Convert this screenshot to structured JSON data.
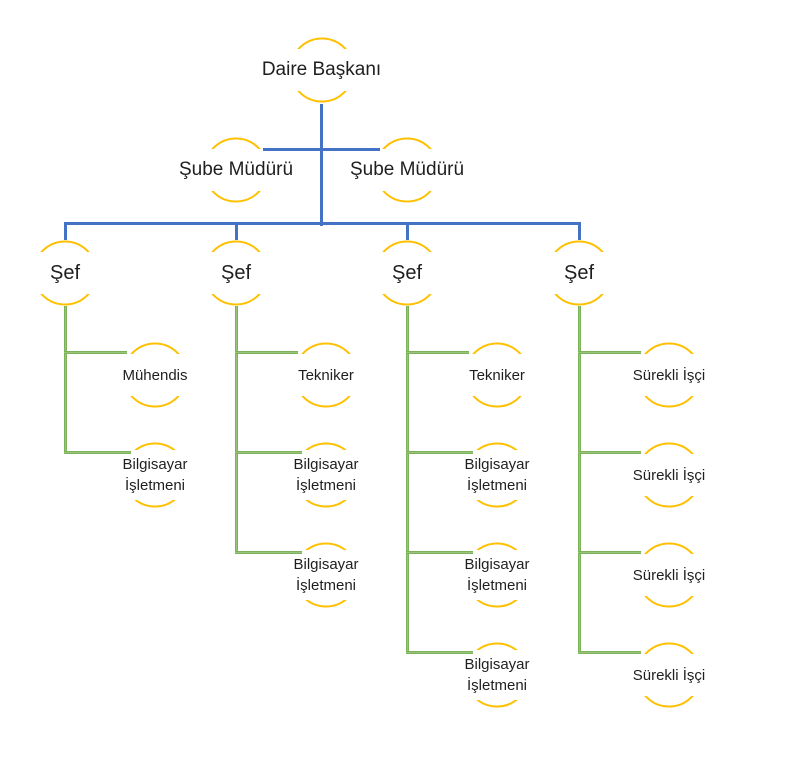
{
  "colors": {
    "node_arc": "#FFC000",
    "connector_primary": "#4472C4",
    "connector_secondary": "#70AD47",
    "text": "#1f1f1f",
    "background": "#FFFFFF"
  },
  "org_chart": {
    "type": "org-chart",
    "root": {
      "id": "daire-baskani",
      "label": "Daire Başkanı",
      "lines": [
        "Daire Başkanı"
      ]
    },
    "managers": [
      {
        "id": "sube-muduru-1",
        "label": "Şube Müdürü",
        "lines": [
          "Şube Müdürü"
        ]
      },
      {
        "id": "sube-muduru-2",
        "label": "Şube Müdürü",
        "lines": [
          "Şube Müdürü"
        ]
      }
    ],
    "chiefs": [
      {
        "id": "sef-1",
        "label": "Şef",
        "lines": [
          "Şef"
        ],
        "children": [
          {
            "id": "sef-1-child-1",
            "label": "Mühendis",
            "lines": [
              "Mühendis"
            ]
          },
          {
            "id": "sef-1-child-2",
            "label": "Bilgisayar İşletmeni",
            "lines": [
              "Bilgisayar",
              "İşletmeni"
            ]
          }
        ]
      },
      {
        "id": "sef-2",
        "label": "Şef",
        "lines": [
          "Şef"
        ],
        "children": [
          {
            "id": "sef-2-child-1",
            "label": "Tekniker",
            "lines": [
              "Tekniker"
            ]
          },
          {
            "id": "sef-2-child-2",
            "label": "Bilgisayar İşletmeni",
            "lines": [
              "Bilgisayar",
              "İşletmeni"
            ]
          },
          {
            "id": "sef-2-child-3",
            "label": "Bilgisayar İşletmeni",
            "lines": [
              "Bilgisayar",
              "İşletmeni"
            ]
          }
        ]
      },
      {
        "id": "sef-3",
        "label": "Şef",
        "lines": [
          "Şef"
        ],
        "children": [
          {
            "id": "sef-3-child-1",
            "label": "Tekniker",
            "lines": [
              "Tekniker"
            ]
          },
          {
            "id": "sef-3-child-2",
            "label": "Bilgisayar İşletmeni",
            "lines": [
              "Bilgisayar",
              "İşletmeni"
            ]
          },
          {
            "id": "sef-3-child-3",
            "label": "Bilgisayar İşletmeni",
            "lines": [
              "Bilgisayar",
              "İşletmeni"
            ]
          },
          {
            "id": "sef-3-child-4",
            "label": "Bilgisayar İşletmeni",
            "lines": [
              "Bilgisayar",
              "İşletmeni"
            ]
          }
        ]
      },
      {
        "id": "sef-4",
        "label": "Şef",
        "lines": [
          "Şef"
        ],
        "children": [
          {
            "id": "sef-4-child-1",
            "label": "Sürekli İşçi",
            "lines": [
              "Sürekli İşçi"
            ]
          },
          {
            "id": "sef-4-child-2",
            "label": "Sürekli İşçi",
            "lines": [
              "Sürekli İşçi"
            ]
          },
          {
            "id": "sef-4-child-3",
            "label": "Sürekli İşçi",
            "lines": [
              "Sürekli İşçi"
            ]
          },
          {
            "id": "sef-4-child-4",
            "label": "Sürekli İşçi",
            "lines": [
              "Sürekli İşçi"
            ]
          }
        ]
      }
    ]
  }
}
